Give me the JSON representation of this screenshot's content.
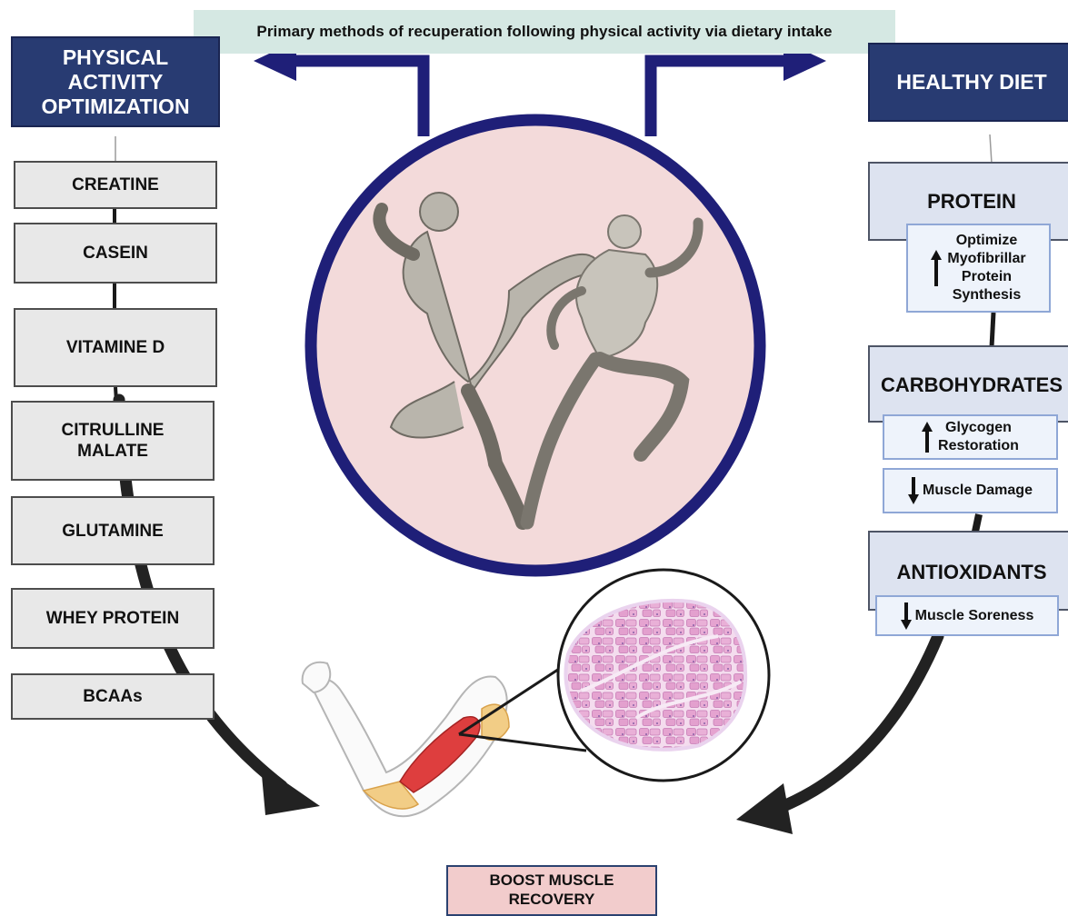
{
  "banner": {
    "title": "Primary methods of recuperation following physical activity via dietary intake"
  },
  "left": {
    "header_lines": [
      "PHYSICAL",
      "ACTIVITY",
      "OPTIMIZATION"
    ],
    "items": [
      {
        "lines": [
          "CREATINE"
        ]
      },
      {
        "lines": [
          "CASEIN"
        ]
      },
      {
        "lines": [
          "VITAMINE D"
        ]
      },
      {
        "lines": [
          "CITRULLINE",
          "MALATE"
        ]
      },
      {
        "lines": [
          "GLUTAMINE"
        ]
      },
      {
        "lines": [
          "WHEY PROTEIN"
        ]
      },
      {
        "lines": [
          "BCAAs"
        ]
      }
    ]
  },
  "right": {
    "header": "HEALTHY DIET",
    "protein": {
      "title": "PROTEIN",
      "effect_lines": [
        "Optimize",
        "Myofibrillar",
        "Protein",
        "Synthesis"
      ]
    },
    "carbohydrates": {
      "title": "CARBOHYDRATES",
      "effect1_lines": [
        "Glycogen",
        "Restoration"
      ],
      "effect2": "Muscle Damage"
    },
    "antioxidants": {
      "title": "ANTIOXIDANTS",
      "effect": "Muscle Soreness"
    }
  },
  "result": {
    "lines": [
      "BOOST MUSCLE",
      "RECOVERY"
    ]
  },
  "colors": {
    "navy": "#283b72",
    "arrow_navy": "#1f1f78",
    "circle_fill": "#f3dada",
    "banner_bg": "#d5e8e3",
    "supplement_bg": "#e8e8e8",
    "diet_bg": "#dde3f0",
    "effect_bg": "#eef3fb",
    "muscle_pink": "#e6a6d2",
    "boost_bg": "#f2cccc",
    "curve_arrow": "#222222"
  }
}
